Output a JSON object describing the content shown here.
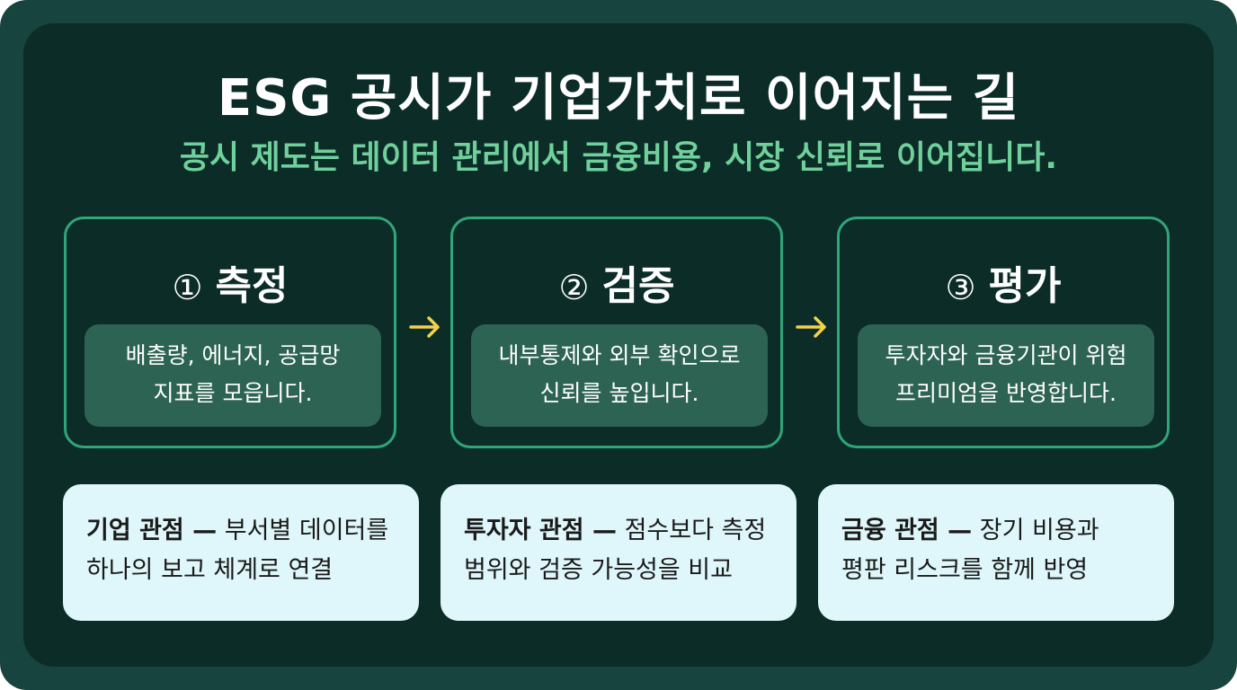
{
  "header": {
    "title": "ESG 공시가 기업가치로 이어지는 길",
    "subtitle": "공시 제도는 데이터 관리에서 금융비용, 시장 신뢰로 이어집니다."
  },
  "steps": [
    {
      "number": "①",
      "title": "측정",
      "description": "배출량, 에너지, 공급망\n지표를 모읍니다."
    },
    {
      "number": "②",
      "title": "검증",
      "description": "내부통제와 외부 확인으로\n신뢰를 높입니다."
    },
    {
      "number": "③",
      "title": "평가",
      "description": "투자자와 금융기관이 위험\n프리미엄을 반영합니다."
    }
  ],
  "perspectives": [
    {
      "lead": "기업 관점 —",
      "line1": " 부서별 데이터를",
      "line2": "하나의 보고 체계로 연결"
    },
    {
      "lead": "투자자 관점 —",
      "line1": " 점수보다 측정",
      "line2": "범위와 검증 가능성을 비교"
    },
    {
      "lead": "금융 관점 —",
      "line1": " 장기 비용과",
      "line2": "평판 리스크를 함께 반영"
    }
  ],
  "colors": {
    "background": "#0c2c27",
    "frame": "#17443e",
    "accent_green": "#6fd09c",
    "step_border": "#2fa678",
    "step_desc_bg": "#2d6352",
    "arrow": "#f2d24a",
    "card_bg": "#dff7fa"
  },
  "icons": [
    "arrow-right-icon",
    "arrow-right-icon"
  ]
}
